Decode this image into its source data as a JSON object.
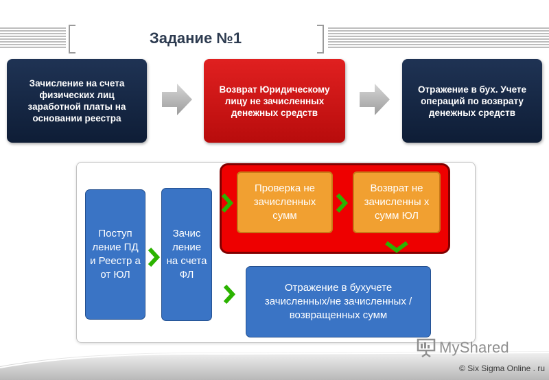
{
  "title": "Задание №1",
  "top_boxes": [
    {
      "text": "Зачисление на счета физических лиц заработной платы на основании реестра"
    },
    {
      "text": "Возврат Юридическому лицу не зачисленных денежных средств"
    },
    {
      "text": "Отражение в бух. Учете операций по возврату денежных средств"
    }
  ],
  "lower": {
    "receipt": "Поступ ление ПД и Реестр а от ЮЛ",
    "credit": "Зачис ление на счета ФЛ",
    "check": "Проверка не зачисленных сумм",
    "return": "Возврат не зачисленны х сумм ЮЛ",
    "reflection": "Отражение в бухучете зачисленных/не зачисленных /возвращенных сумм"
  },
  "footer": {
    "logo_text": "MyShared",
    "credit": "© Six Sigma Online . ru"
  },
  "colors": {
    "navy": "#0e1d36",
    "red": "#d41010",
    "blue": "#3a74c5",
    "orange": "#f1a031",
    "green": "#2bb300"
  }
}
